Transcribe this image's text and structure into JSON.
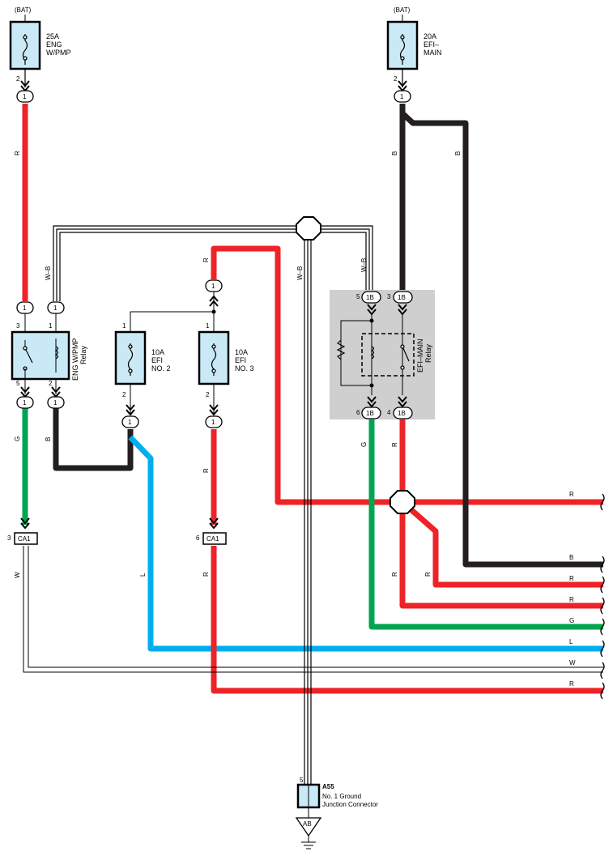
{
  "power_sources": {
    "left": {
      "source": "(BAT)",
      "amp": "25A",
      "name1": "ENG",
      "name2": "W/PMP",
      "out_pin": "2"
    },
    "right": {
      "source": "(BAT)",
      "amp": "20A",
      "name1": "EFI–",
      "name2": "MAIN",
      "out_pin": "2"
    }
  },
  "fuses": {
    "efi2": {
      "amp": "10A",
      "name1": "EFI",
      "name2": "NO. 2",
      "pin_in": "1",
      "pin_out": "2"
    },
    "efi3": {
      "amp": "10A",
      "name1": "EFI",
      "name2": "NO. 3",
      "pin_in": "1",
      "pin_out": "2"
    }
  },
  "relays": {
    "eng_wpmp": {
      "name": "ENG W/PMP",
      "sub": "Relay",
      "pins": [
        "3",
        "1",
        "5",
        "2"
      ]
    },
    "efi_main": {
      "name": "EFI–MAIN",
      "sub": "Relay",
      "pins": [
        "5",
        "3",
        "6",
        "4"
      ]
    }
  },
  "connectors": {
    "c1": "1",
    "c1b": "1B",
    "ca1": "CA1",
    "ca1_left_pin": "3",
    "ca1_right_pin": "6"
  },
  "wire_colors": {
    "R": "R",
    "B": "B",
    "WB": "W–B",
    "G": "G",
    "L": "L",
    "W": "W"
  },
  "outputs": [
    "R",
    "B",
    "R",
    "R",
    "G",
    "L",
    "W",
    "R"
  ],
  "ground": {
    "id": "A55",
    "pin": "5",
    "name1": "No.  1 Ground",
    "name2": "Junction Connector",
    "point": "AB"
  },
  "colors": {
    "red": "#ee2328",
    "black": "#231f20",
    "green": "#00a551",
    "blue": "#00aeef",
    "fuse_fill": "#c9e9f6",
    "relay_bg": "#cfcfcf"
  }
}
